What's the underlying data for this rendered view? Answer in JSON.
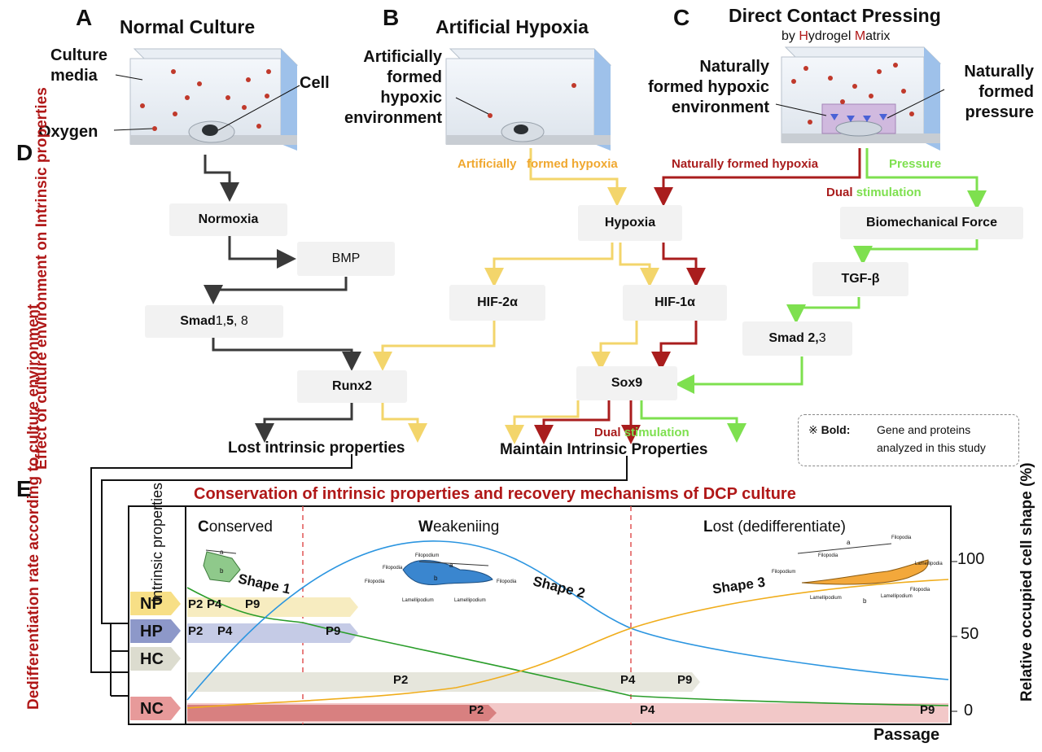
{
  "panels": {
    "a": {
      "letter": "A",
      "title": "Normal Culture",
      "culture_media": "Culture media",
      "oxygen": "Oxygen",
      "cell": "Cell"
    },
    "b": {
      "letter": "B",
      "title": "Artificial Hypoxia",
      "env": "Artificially formed hypoxic environment"
    },
    "c": {
      "letter": "C",
      "title": "Direct Contact Pressing",
      "subtitle_pre": "by ",
      "subtitle_h": "H",
      "subtitle_mid": "ydrogel ",
      "subtitle_m": "M",
      "subtitle_post": "atrix",
      "hypoxic": "Naturally formed hypoxic environment",
      "pressure": "Naturally formed pressure"
    },
    "d": {
      "letter": "D",
      "side_label": "Effect of culture environment on Intrinsic properties"
    },
    "e": {
      "letter": "E",
      "side_label": "Dedifferentiation rate according to culture environment"
    }
  },
  "pathway": {
    "normoxia": "Normoxia",
    "bmp": "BMP",
    "smad158_bold": "Smad",
    "smad158_a": " 1, ",
    "smad158_b": "5",
    "smad158_c": ", 8",
    "runx2": "Runx2",
    "lost": "Lost intrinsic properties",
    "hypoxia": "Hypoxia",
    "hif2a": "HIF-2α",
    "hif1a": "HIF-1α",
    "sox9": "Sox9",
    "maintain": "Maintain Intrinsic Properties",
    "biomech": "Biomechanical Force",
    "tgfb": "TGF-β",
    "smad23_bold": "Smad 2,",
    "smad23_b": " 3",
    "art_hypoxia_a": "Artificially",
    "art_hypoxia_b": "formed hypoxia",
    "nat_hypoxia": "Naturally formed hypoxia",
    "pressure": "Pressure",
    "dual_a": "Dual",
    "dual_b": "stimulation"
  },
  "note": {
    "symbol": "※",
    "bold": "Bold:",
    "text_1": "Gene and proteins",
    "text_2": "analyzed in this study"
  },
  "chart": {
    "title": "Conservation of intrinsic properties and recovery mechanisms of DCP culture",
    "phases": [
      {
        "initial": "C",
        "rest": "onserved"
      },
      {
        "initial": "W",
        "rest": "eakeniing"
      },
      {
        "initial": "L",
        "rest": "ost (dedifferentiate)"
      }
    ],
    "row_header": "Intrinsic properties",
    "rows": [
      {
        "name": "NP",
        "color": "#f7df86",
        "bar_color": "#f7ecc0",
        "labels": [
          "P2",
          "P4",
          "P9"
        ]
      },
      {
        "name": "HP",
        "color": "#8d98c9",
        "bar_color": "#c5cbe6",
        "labels": [
          "P2",
          "P4",
          "P9"
        ]
      },
      {
        "name": "HC",
        "color": "#dcdccf",
        "bar_color": "#e6e6dc",
        "labels": [
          "P2",
          "P4",
          "P9"
        ]
      },
      {
        "name": "NC",
        "color": "#e79a9a",
        "bar_color": "#f2c8c8",
        "labels": [
          "P2",
          "P4",
          "P9"
        ]
      }
    ],
    "shapes": [
      "Shape 1",
      "Shape 2",
      "Shape 3"
    ],
    "shape_parts": {
      "a": "a",
      "b": "b",
      "filopodia": "Filopodia",
      "filopodium": "Filopodium",
      "lamellipodium": "Lamellipodium",
      "lamellipodia": "Lamellipodia"
    },
    "y_ticks": [
      "100",
      "50",
      "0"
    ],
    "y_label": "Relative occupied cell shape (%)",
    "x_label": "Passage"
  },
  "colors": {
    "dark": "#3a3a3a",
    "yellow": "#f3d56b",
    "red": "#a91d1d",
    "green": "#7ee04f",
    "title_red": "#b01818"
  }
}
